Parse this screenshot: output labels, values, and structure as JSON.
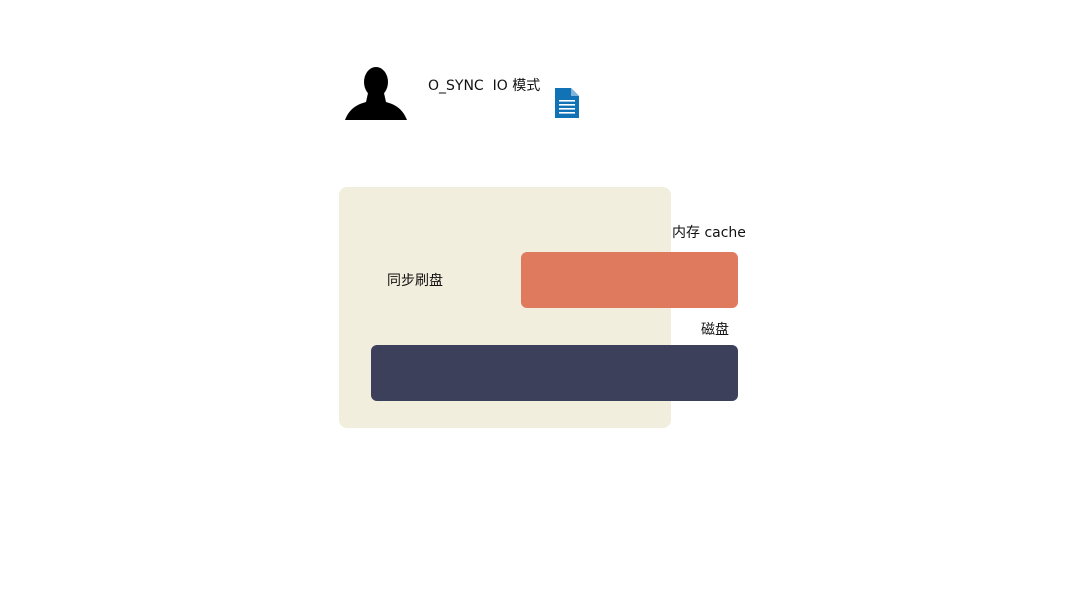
{
  "diagram": {
    "title": "O_SYNC  IO 模式",
    "sync_label": "同步刷盘",
    "cache_label": "内存 cache",
    "disk_label": "磁盘"
  },
  "icons": {
    "user": "user-silhouette-icon",
    "document": "document-icon"
  },
  "colors": {
    "panel": "#f2eedd",
    "cache": "#e07a5f",
    "disk": "#3d405b",
    "document": "#1172b6"
  }
}
